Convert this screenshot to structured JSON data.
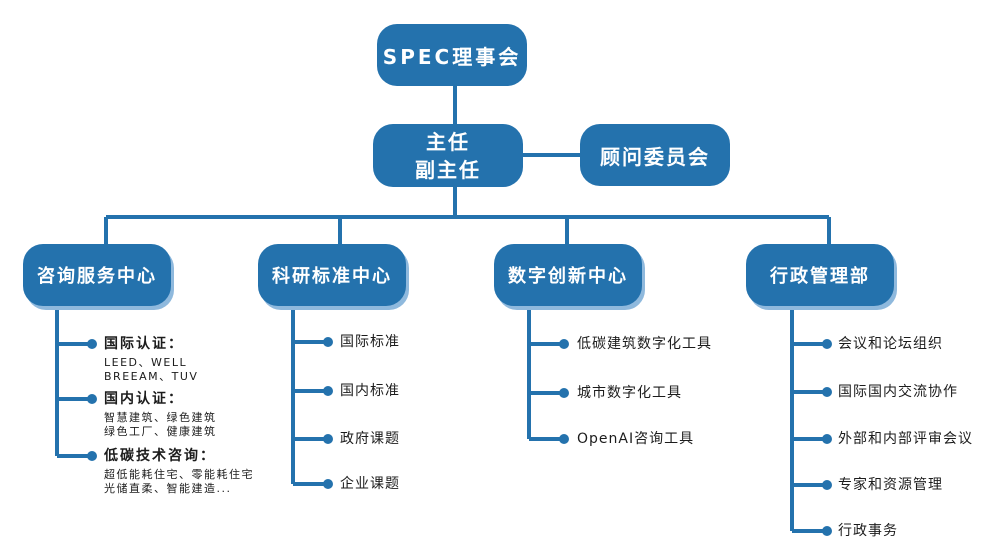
{
  "colors": {
    "box": "#2472ad",
    "line": "#2472ad",
    "shadow": "#8fb9dd",
    "text": "#1c1c1c"
  },
  "top": {
    "label": "SPEC理事会"
  },
  "chair": {
    "line1": "主任",
    "line2": "副主任"
  },
  "advisory": {
    "label": "顾问委员会"
  },
  "departments": [
    {
      "label": "咨询服务中心",
      "items": [
        {
          "label": "国际认证：",
          "sub": [
            "LEED、WELL",
            "BREEAM、TUV"
          ]
        },
        {
          "label": "国内认证：",
          "sub": [
            "智慧建筑、绿色建筑",
            "绿色工厂、健康建筑"
          ]
        },
        {
          "label": "低碳技术咨询：",
          "sub": [
            "超低能耗住宅、零能耗住宅",
            "光储直柔、智能建造..."
          ]
        }
      ]
    },
    {
      "label": "科研标准中心",
      "items": [
        "国际标准",
        "国内标准",
        "政府课题",
        "企业课题"
      ]
    },
    {
      "label": "数字创新中心",
      "items": [
        "低碳建筑数字化工具",
        "城市数字化工具",
        "OpenAI咨询工具"
      ]
    },
    {
      "label": "行政管理部",
      "items": [
        "会议和论坛组织",
        "国际国内交流协作",
        "外部和内部评审会议",
        "专家和资源管理",
        "行政事务"
      ]
    }
  ]
}
